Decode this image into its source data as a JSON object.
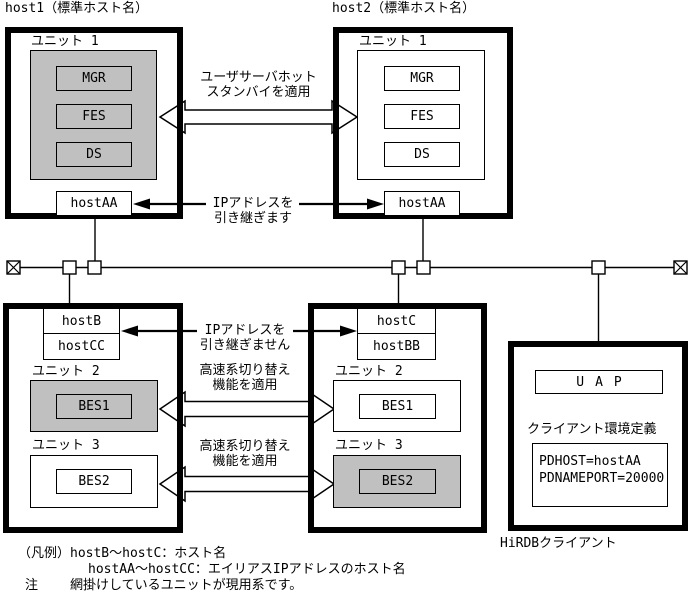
{
  "page": {
    "background": "#ffffff",
    "line_color": "#000000",
    "shade_color": "#c0c0c0"
  },
  "host1": {
    "title": "host1（標準ホスト名）",
    "unit_label": "ユニット 1",
    "servers": [
      "MGR",
      "FES",
      "DS"
    ],
    "alias_host": "hostAA"
  },
  "host2": {
    "title": "host2（標準ホスト名）",
    "unit_label": "ユニット 1",
    "servers": [
      "MGR",
      "FES",
      "DS"
    ],
    "alias_host": "hostAA"
  },
  "lower_host_left": {
    "hostname": "hostB",
    "alias_host": "hostCC",
    "unit2_label": "ユニット 2",
    "unit2_server": "BES1",
    "unit3_label": "ユニット 3",
    "unit3_server": "BES2"
  },
  "lower_host_right": {
    "hostname": "hostC",
    "alias_host": "hostBB",
    "unit2_label": "ユニット 2",
    "unit2_server": "BES1",
    "unit3_label": "ユニット 3",
    "unit3_server": "BES2"
  },
  "annotations": {
    "hot_standby_line1": "ユーザサーバホット",
    "hot_standby_line2": "スタンバイを適用",
    "ip_takeover_line1": "IPアドレスを",
    "ip_takeover_line2": "引き継ぎます",
    "ip_no_takeover_line1": "IPアドレスを",
    "ip_no_takeover_line2": "引き継ぎません",
    "fast_switch_line1": "高速系切り替え",
    "fast_switch_line2": "機能を適用"
  },
  "client": {
    "uap_label": "UAP",
    "env_title": "クライアント環境定義",
    "env_line1": "PDHOST=hostAA",
    "env_line2": "PDNAMEPORT=20000",
    "caption": "HiRDBクライアント"
  },
  "legend": {
    "line1": "（凡例）hostB～hostC：ホスト名",
    "line2": "hostAA～hostCC：エイリアスIPアドレスのホスト名",
    "note_label": "注",
    "note_text": "網掛けしているユニットが現用系です。"
  }
}
